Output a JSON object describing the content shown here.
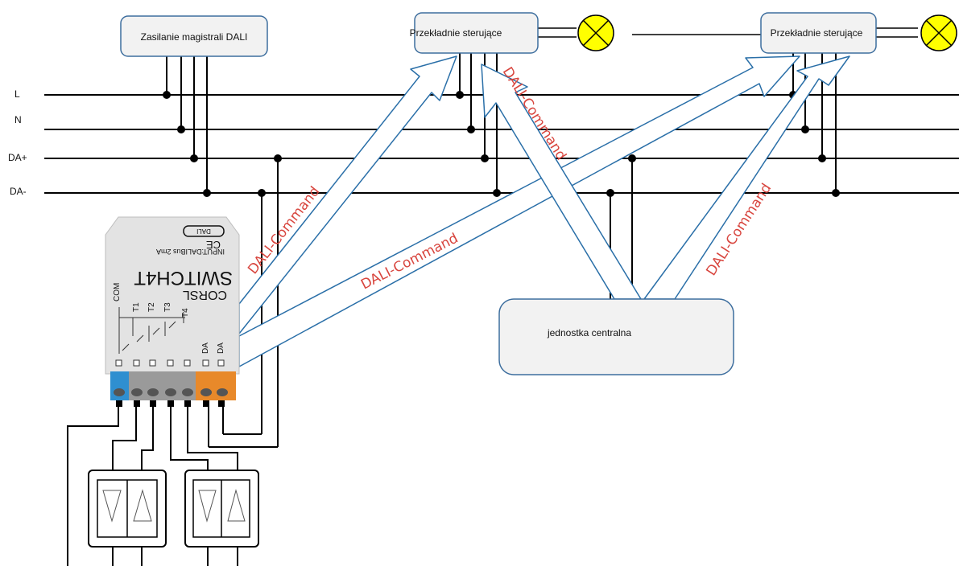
{
  "bus_lines": [
    {
      "id": "L",
      "label": "L"
    },
    {
      "id": "N",
      "label": "N"
    },
    {
      "id": "DAplus",
      "label": "DA+"
    },
    {
      "id": "DAminus",
      "label": "DA-"
    }
  ],
  "boxes": {
    "power_supply": "Zasilanie magistrali DALI",
    "driver_1": "Przekładnie sterujące",
    "driver_2": "Przekładnie sterujące",
    "central_unit": "jednostka centralna"
  },
  "command_label": "DALI-Command",
  "device": {
    "logo": "DALI",
    "ce_mark": "CE",
    "input_spec": "INPUT:DALIBus 2mA",
    "model": "SWITCH4T",
    "brand": "CORSL",
    "terminals": [
      "COM",
      "T1",
      "T2",
      "T3",
      "T4",
      "DA",
      "DA"
    ]
  },
  "colors": {
    "arrow_outline": "#2a6fa8",
    "command_text": "#d8453e",
    "lamp": "#ffff00",
    "box_fill": "#f2f2f2",
    "box_border": "#3d6e9e",
    "terminal_blue": "#2f8fd0",
    "terminal_gray": "#9a9a9a",
    "terminal_orange": "#e8892a"
  },
  "icons": [
    "lamp-icon",
    "switch-icon",
    "dali-logo"
  ]
}
